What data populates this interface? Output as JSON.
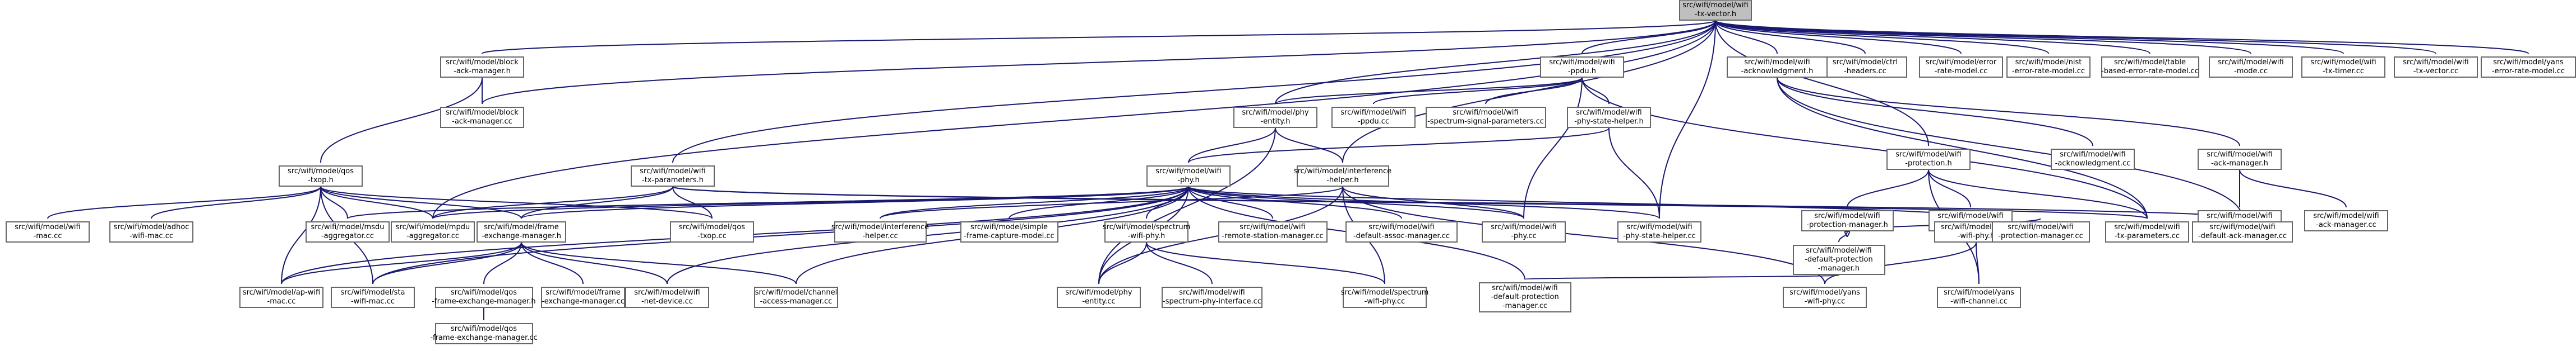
{
  "colors": {
    "background": "#ffffff",
    "edge": "#191970",
    "node_border": "#666666",
    "root_fill": "#bfbfbf",
    "node_fill": "#ffffff"
  },
  "nodes": [
    {
      "id": "root",
      "lines": [
        "src/wifi/model/wifi",
        "-tx-vector.h"
      ],
      "root": true
    },
    {
      "id": "block_ack_manager_h",
      "lines": [
        "src/wifi/model/block",
        "-ack-manager.h"
      ]
    },
    {
      "id": "wifi_ppdu_h",
      "lines": [
        "src/wifi/model/wifi",
        "-ppdu.h"
      ]
    },
    {
      "id": "ctrl_headers",
      "lines": [
        "src/wifi/model/ctrl",
        "-headers.cc"
      ]
    },
    {
      "id": "error_rate_model",
      "lines": [
        "src/wifi/model/error",
        "-rate-model.cc"
      ]
    },
    {
      "id": "nist_error",
      "lines": [
        "src/wifi/model/nist",
        "-error-rate-model.cc"
      ]
    },
    {
      "id": "table_based",
      "lines": [
        "src/wifi/model/table",
        "-based-error-rate-model.cc"
      ]
    },
    {
      "id": "wifi_mode",
      "lines": [
        "src/wifi/model/wifi",
        "-mode.cc"
      ]
    },
    {
      "id": "wifi_tx_timer",
      "lines": [
        "src/wifi/model/wifi",
        "-tx-timer.cc"
      ]
    },
    {
      "id": "wifi_tx_vector_cc",
      "lines": [
        "src/wifi/model/wifi",
        "-tx-vector.cc"
      ]
    },
    {
      "id": "yans_error",
      "lines": [
        "src/wifi/model/yans",
        "-error-rate-model.cc"
      ]
    },
    {
      "id": "wifi_ack_h",
      "lines": [
        "src/wifi/model/wifi",
        "-acknowledgment.h"
      ]
    },
    {
      "id": "block_ack_manager_cc",
      "lines": [
        "src/wifi/model/block",
        "-ack-manager.cc"
      ]
    },
    {
      "id": "wifi_phy_entity_h",
      "lines": [
        "src/wifi/model/phy",
        "-entity.h"
      ]
    },
    {
      "id": "wifi_ppdu_cc",
      "lines": [
        "src/wifi/model/wifi",
        "-ppdu.cc"
      ]
    },
    {
      "id": "spectrum_signal",
      "lines": [
        "src/wifi/model/wifi",
        "-spectrum-signal-parameters.cc"
      ]
    },
    {
      "id": "phy_state_helper_h",
      "lines": [
        "src/wifi/model/wifi",
        "-phy-state-helper.h"
      ]
    },
    {
      "id": "wifi_protection_h",
      "lines": [
        "src/wifi/model/wifi",
        "-protection.h"
      ]
    },
    {
      "id": "wifi_ack_cc",
      "lines": [
        "src/wifi/model/wifi",
        "-acknowledgment.cc"
      ]
    },
    {
      "id": "wifi_ack_manager_h",
      "lines": [
        "src/wifi/model/wifi",
        "-ack-manager.h"
      ]
    },
    {
      "id": "qos_txop_h",
      "lines": [
        "src/wifi/model/qos",
        "-txop.h"
      ]
    },
    {
      "id": "wifi_tx_parameters_h",
      "lines": [
        "src/wifi/model/wifi",
        "-tx-parameters.h"
      ]
    },
    {
      "id": "wifi_phy_h",
      "lines": [
        "src/wifi/model/wifi",
        "-phy.h"
      ]
    },
    {
      "id": "interference_helper_h",
      "lines": [
        "src/wifi/model/interference",
        "-helper.h"
      ]
    },
    {
      "id": "protection_manager_h",
      "lines": [
        "src/wifi/model/wifi",
        "-protection-manager.h"
      ]
    },
    {
      "id": "wifi_protection_cc",
      "lines": [
        "src/wifi/model/wifi",
        "-protection.cc"
      ]
    },
    {
      "id": "default_ack_manager_h",
      "lines": [
        "src/wifi/model/wifi",
        "-default-ack-manager.h"
      ]
    },
    {
      "id": "wifi_ack_manager_cc",
      "lines": [
        "src/wifi/model/wifi",
        "-ack-manager.cc"
      ]
    },
    {
      "id": "wifi_mac_cc",
      "lines": [
        "src/wifi/model/wifi",
        "-mac.cc"
      ]
    },
    {
      "id": "adhoc_mac",
      "lines": [
        "src/wifi/model/adhoc",
        "-wifi-mac.cc"
      ]
    },
    {
      "id": "msdu_aggregator",
      "lines": [
        "src/wifi/model/msdu",
        "-aggregator.cc"
      ]
    },
    {
      "id": "mpdu_aggregator",
      "lines": [
        "src/wifi/model/mpdu",
        "-aggregator.cc"
      ]
    },
    {
      "id": "frame_exchange_h",
      "lines": [
        "src/wifi/model/frame",
        "-exchange-manager.h"
      ]
    },
    {
      "id": "qos_txop_cc",
      "lines": [
        "src/wifi/model/qos",
        "-txop.cc"
      ]
    },
    {
      "id": "interference_cc",
      "lines": [
        "src/wifi/model/interference",
        "-helper.cc"
      ]
    },
    {
      "id": "simple_frame_capture",
      "lines": [
        "src/wifi/model/simple",
        "-frame-capture-model.cc"
      ]
    },
    {
      "id": "spectrum_wifi_phy_h",
      "lines": [
        "src/wifi/model/spectrum",
        "-wifi-phy.h"
      ]
    },
    {
      "id": "remote_station",
      "lines": [
        "src/wifi/model/wifi",
        "-remote-station-manager.cc"
      ]
    },
    {
      "id": "default_assoc",
      "lines": [
        "src/wifi/model/wifi",
        "-default-assoc-manager.cc"
      ]
    },
    {
      "id": "wifi_phy_cc",
      "lines": [
        "src/wifi/model/wifi",
        "-phy.cc"
      ]
    },
    {
      "id": "phy_state_helper_cc",
      "lines": [
        "src/wifi/model/wifi",
        "-phy-state-helper.cc"
      ]
    },
    {
      "id": "default_protection_h",
      "lines": [
        "src/wifi/model/wifi",
        "-default-protection",
        "-manager.h"
      ]
    },
    {
      "id": "yans_wifi_phy_h",
      "lines": [
        "src/wifi/model/yans",
        "-wifi-phy.h"
      ]
    },
    {
      "id": "protection_manager_cc",
      "lines": [
        "src/wifi/model/wifi",
        "-protection-manager.cc"
      ]
    },
    {
      "id": "tx_parameters_cc",
      "lines": [
        "src/wifi/model/wifi",
        "-tx-parameters.cc"
      ]
    },
    {
      "id": "default_ack_manager_cc",
      "lines": [
        "src/wifi/model/wifi",
        "-default-ack-manager.cc"
      ]
    },
    {
      "id": "ap_wifi_mac",
      "lines": [
        "src/wifi/model/ap-wifi",
        "-mac.cc"
      ]
    },
    {
      "id": "sta_wifi_mac",
      "lines": [
        "src/wifi/model/sta",
        "-wifi-mac.cc"
      ]
    },
    {
      "id": "qos_frame_exchange_h",
      "lines": [
        "src/wifi/model/qos",
        "-frame-exchange-manager.h"
      ]
    },
    {
      "id": "frame_exchange_cc",
      "lines": [
        "src/wifi/model/frame",
        "-exchange-manager.cc"
      ]
    },
    {
      "id": "wifi_net_device",
      "lines": [
        "src/wifi/model/wifi",
        "-net-device.cc"
      ]
    },
    {
      "id": "channel_access",
      "lines": [
        "src/wifi/model/channel",
        "-access-manager.cc"
      ]
    },
    {
      "id": "phy_entity_cc",
      "lines": [
        "src/wifi/model/phy",
        "-entity.cc"
      ]
    },
    {
      "id": "spectrum_phy_interface",
      "lines": [
        "src/wifi/model/wifi",
        "-spectrum-phy-interface.cc"
      ]
    },
    {
      "id": "spectrum_wifi_phy_cc",
      "lines": [
        "src/wifi/model/spectrum",
        "-wifi-phy.cc"
      ]
    },
    {
      "id": "default_protection_cc",
      "lines": [
        "src/wifi/model/wifi",
        "-default-protection",
        "-manager.cc"
      ]
    },
    {
      "id": "yans_wifi_phy_cc",
      "lines": [
        "src/wifi/model/yans",
        "-wifi-phy.cc"
      ]
    },
    {
      "id": "yans_wifi_channel",
      "lines": [
        "src/wifi/model/yans",
        "-wifi-channel.cc"
      ]
    },
    {
      "id": "qos_frame_exchange_cc",
      "lines": [
        "src/wifi/model/qos",
        "-frame-exchange-manager.cc"
      ]
    }
  ],
  "edges": [
    [
      "root",
      "block_ack_manager_h"
    ],
    [
      "root",
      "block_ack_manager_cc"
    ],
    [
      "root",
      "wifi_ppdu_h"
    ],
    [
      "root",
      "ctrl_headers"
    ],
    [
      "root",
      "error_rate_model"
    ],
    [
      "root",
      "nist_error"
    ],
    [
      "root",
      "table_based"
    ],
    [
      "root",
      "wifi_mode"
    ],
    [
      "root",
      "wifi_tx_timer"
    ],
    [
      "root",
      "wifi_tx_vector_cc"
    ],
    [
      "root",
      "yans_error"
    ],
    [
      "root",
      "wifi_ack_h"
    ],
    [
      "root",
      "wifi_phy_entity_h"
    ],
    [
      "root",
      "wifi_tx_parameters_h"
    ],
    [
      "root",
      "wifi_protection_h"
    ],
    [
      "root",
      "phy_state_helper_cc"
    ],
    [
      "root",
      "mpdu_aggregator"
    ],
    [
      "root",
      "interference_helper_h"
    ],
    [
      "block_ack_manager_h",
      "block_ack_manager_cc"
    ],
    [
      "block_ack_manager_h",
      "qos_txop_h"
    ],
    [
      "wifi_ppdu_h",
      "wifi_phy_entity_h"
    ],
    [
      "wifi_ppdu_h",
      "wifi_ppdu_cc"
    ],
    [
      "wifi_ppdu_h",
      "spectrum_signal"
    ],
    [
      "wifi_ppdu_h",
      "phy_state_helper_h"
    ],
    [
      "wifi_ppdu_h",
      "wifi_phy_cc"
    ],
    [
      "wifi_ppdu_h",
      "tx_parameters_cc"
    ],
    [
      "wifi_ack_h",
      "wifi_ack_cc"
    ],
    [
      "wifi_ack_h",
      "wifi_ack_manager_h"
    ],
    [
      "wifi_ack_h",
      "tx_parameters_cc"
    ],
    [
      "wifi_ack_h",
      "default_ack_manager_cc"
    ],
    [
      "wifi_phy_entity_h",
      "wifi_phy_h"
    ],
    [
      "wifi_phy_entity_h",
      "interference_helper_h"
    ],
    [
      "wifi_phy_entity_h",
      "phy_entity_cc"
    ],
    [
      "phy_state_helper_h",
      "wifi_phy_h"
    ],
    [
      "phy_state_helper_h",
      "phy_state_helper_cc"
    ],
    [
      "wifi_protection_h",
      "protection_manager_h"
    ],
    [
      "wifi_protection_h",
      "wifi_protection_cc"
    ],
    [
      "wifi_protection_h",
      "tx_parameters_cc"
    ],
    [
      "wifi_protection_h",
      "yans_wifi_channel"
    ],
    [
      "wifi_ack_manager_h",
      "default_ack_manager_h"
    ],
    [
      "wifi_ack_manager_h",
      "wifi_ack_manager_cc"
    ],
    [
      "default_ack_manager_h",
      "default_ack_manager_cc"
    ],
    [
      "protection_manager_h",
      "default_protection_h"
    ],
    [
      "protection_manager_h",
      "protection_manager_cc"
    ],
    [
      "default_protection_h",
      "default_protection_cc"
    ],
    [
      "qos_txop_h",
      "wifi_mac_cc"
    ],
    [
      "qos_txop_h",
      "adhoc_mac"
    ],
    [
      "qos_txop_h",
      "msdu_aggregator"
    ],
    [
      "qos_txop_h",
      "mpdu_aggregator"
    ],
    [
      "qos_txop_h",
      "frame_exchange_h"
    ],
    [
      "qos_txop_h",
      "qos_txop_cc"
    ],
    [
      "qos_txop_h",
      "ap_wifi_mac"
    ],
    [
      "qos_txop_h",
      "sta_wifi_mac"
    ],
    [
      "wifi_tx_parameters_h",
      "mpdu_aggregator"
    ],
    [
      "wifi_tx_parameters_h",
      "frame_exchange_h"
    ],
    [
      "wifi_tx_parameters_h",
      "qos_txop_cc"
    ],
    [
      "wifi_tx_parameters_h",
      "tx_parameters_cc"
    ],
    [
      "wifi_tx_parameters_h",
      "default_ack_manager_cc"
    ],
    [
      "wifi_phy_h",
      "msdu_aggregator"
    ],
    [
      "wifi_phy_h",
      "mpdu_aggregator"
    ],
    [
      "wifi_phy_h",
      "frame_exchange_h"
    ],
    [
      "wifi_phy_h",
      "interference_cc"
    ],
    [
      "wifi_phy_h",
      "simple_frame_capture"
    ],
    [
      "wifi_phy_h",
      "spectrum_wifi_phy_h"
    ],
    [
      "wifi_phy_h",
      "remote_station"
    ],
    [
      "wifi_phy_h",
      "default_assoc"
    ],
    [
      "wifi_phy_h",
      "wifi_phy_cc"
    ],
    [
      "wifi_phy_h",
      "phy_state_helper_cc"
    ],
    [
      "wifi_phy_h",
      "yans_wifi_phy_h"
    ],
    [
      "wifi_phy_h",
      "ap_wifi_mac"
    ],
    [
      "wifi_phy_h",
      "sta_wifi_mac"
    ],
    [
      "wifi_phy_h",
      "wifi_net_device"
    ],
    [
      "wifi_phy_h",
      "channel_access"
    ],
    [
      "wifi_phy_h",
      "phy_entity_cc"
    ],
    [
      "wifi_phy_h",
      "default_protection_cc"
    ],
    [
      "interference_helper_h",
      "interference_cc"
    ],
    [
      "interference_helper_h",
      "wifi_phy_cc"
    ],
    [
      "interference_helper_h",
      "phy_entity_cc"
    ],
    [
      "interference_helper_h",
      "spectrum_wifi_phy_cc"
    ],
    [
      "interference_helper_h",
      "yans_wifi_phy_cc"
    ],
    [
      "spectrum_wifi_phy_h",
      "phy_entity_cc"
    ],
    [
      "spectrum_wifi_phy_h",
      "spectrum_phy_interface"
    ],
    [
      "spectrum_wifi_phy_h",
      "spectrum_wifi_phy_cc"
    ],
    [
      "yans_wifi_phy_h",
      "yans_wifi_phy_cc"
    ],
    [
      "yans_wifi_phy_h",
      "yans_wifi_channel"
    ],
    [
      "frame_exchange_h",
      "ap_wifi_mac"
    ],
    [
      "frame_exchange_h",
      "sta_wifi_mac"
    ],
    [
      "frame_exchange_h",
      "qos_frame_exchange_h"
    ],
    [
      "frame_exchange_h",
      "frame_exchange_cc"
    ],
    [
      "frame_exchange_h",
      "wifi_net_device"
    ],
    [
      "frame_exchange_h",
      "channel_access"
    ],
    [
      "qos_frame_exchange_h",
      "qos_frame_exchange_cc"
    ]
  ]
}
